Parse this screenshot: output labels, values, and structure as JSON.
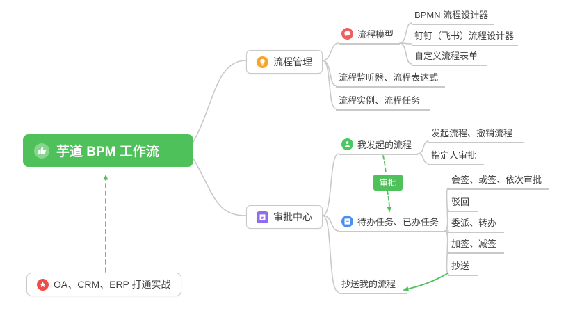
{
  "colors": {
    "root_bg": "#4ec15b",
    "arrow_green": "#4ec15b",
    "connector_gray": "#c9c9c9",
    "icon_orange": "#f7a62a",
    "icon_red": "#ee5f5f",
    "icon_green": "#49c860",
    "icon_blue": "#4a90f2",
    "icon_purple": "#8e6bf1",
    "icon_star_red": "#f04b4b",
    "text_dark": "#3f3f3f"
  },
  "root": {
    "label": "芋道 BPM 工作流",
    "icon": "thumbs-up-icon"
  },
  "process_management": {
    "label": "流程管理",
    "icon": "lightbulb-icon",
    "model": {
      "label": "流程模型",
      "icon": "chat-bubble-icon",
      "children": {
        "bpmn": {
          "label": "BPMN 流程设计器"
        },
        "dingtalk": {
          "label": "钉钉（飞书）流程设计器"
        },
        "custom_form": {
          "label": "自定义流程表单"
        }
      }
    },
    "listener": {
      "label": "流程监听器、流程表达式"
    },
    "instance": {
      "label": "流程实例、流程任务"
    }
  },
  "approval_center": {
    "label": "审批中心",
    "icon": "document-icon",
    "my_initiated": {
      "label": "我发起的流程",
      "icon": "user-icon",
      "children": {
        "initiate_cancel": {
          "label": "发起流程、撤销流程"
        },
        "assigned": {
          "label": "指定人审批"
        }
      }
    },
    "relation_label": "审批",
    "tasks": {
      "label": "待办任务、已办任务",
      "icon": "clipboard-icon",
      "children": {
        "countersign": {
          "label": "会签、或签、依次审批"
        },
        "reject": {
          "label": "驳回"
        },
        "delegate": {
          "label": "委派、转办"
        },
        "add_sign": {
          "label": "加签、减签"
        },
        "cc": {
          "label": "抄送"
        }
      }
    },
    "cc_my": {
      "label": "抄送我的流程"
    }
  },
  "footer": {
    "label": "OA、CRM、ERP 打通实战",
    "icon": "star-icon"
  }
}
